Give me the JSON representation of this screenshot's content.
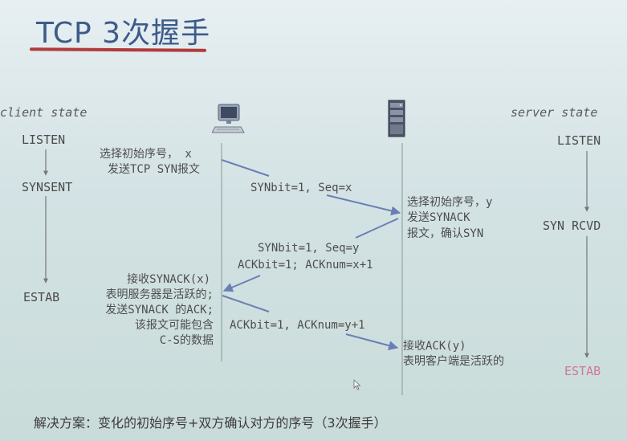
{
  "title": "TCP 3次握手",
  "client_state_label": "client state",
  "server_state_label": "server state",
  "client_states": [
    "LISTEN",
    "SYNSENT",
    "ESTAB"
  ],
  "server_states": [
    "LISTEN",
    "SYN RCVD",
    "ESTAB"
  ],
  "client_note1": [
    "选择初始序号， x",
    "发送TCP SYN报文"
  ],
  "msg1": "SYNbit=1, Seq=x",
  "server_note1": [
    "选择初始序号，y",
    "发送SYNACK",
    "报文，确认SYN"
  ],
  "msg2": [
    "SYNbit=1, Seq=y",
    "ACKbit=1; ACKnum=x+1"
  ],
  "client_note2": [
    "接收SYNACK(x)",
    "表明服务器是活跃的;",
    "发送SYNACK 的ACK;",
    "该报文可能包含",
    "C-S的数据"
  ],
  "msg3": "ACKbit=1, ACKnum=y+1",
  "server_note2": [
    "接收ACK(y)",
    "表明客户端是活跃的"
  ],
  "footer": "解决方案：变化的初始序号+双方确认对方的序号（3次握手）",
  "colors": {
    "title": "#3d5b8a",
    "underline": "#b03a3a",
    "arrow": "#6b7fb5",
    "estab_server": "#d07895"
  },
  "icons": [
    "computer-icon",
    "server-icon",
    "cursor-icon"
  ]
}
